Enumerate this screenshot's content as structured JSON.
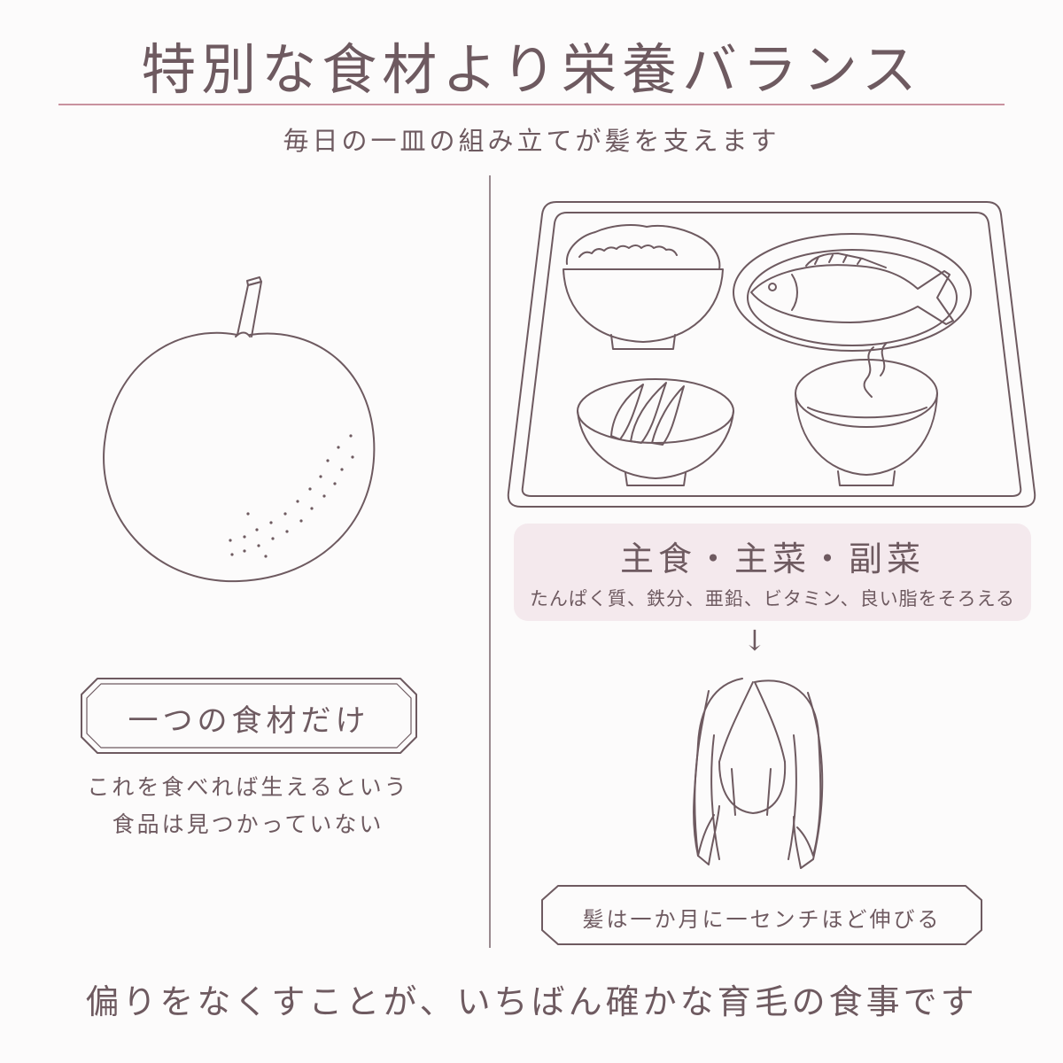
{
  "header": {
    "title": "特別な食材より栄養バランス",
    "subtitle": "毎日の一皿の組み立てが髪を支えます"
  },
  "left_panel": {
    "tag": "一つの食材だけ",
    "note_line1": "これを食べれば生えるという",
    "note_line2": "食品は見つかっていない"
  },
  "right_panel": {
    "balance_title": "主食・主菜・副菜",
    "balance_sub": "たんぱく質、鉄分、亜鉛、ビタミン、良い脂をそろえる",
    "arrow": "↓",
    "hair_tag": "髪は一か月に一センチほど伸びる"
  },
  "footer": {
    "text": "偏りをなくすことが、いちばん確かな育毛の食事です"
  },
  "colors": {
    "ink": "#6e5a60",
    "accent_rule": "#c9929f",
    "pink_panel": "#f4e9ed",
    "background": "#fcfbfb"
  }
}
